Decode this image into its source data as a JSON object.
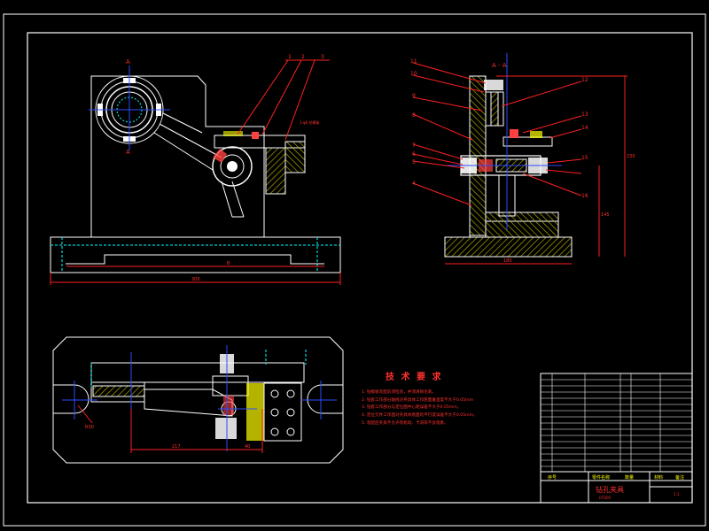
{
  "palette": {
    "background": "#000000",
    "frame": "#ffffff",
    "outline": "#ffffff",
    "hidden": "#00ffff",
    "center": "#2a4cff",
    "dimension": "#ff2020",
    "leader": "#ff2020",
    "hatch": "#b8b000",
    "text_red": "#ff3030",
    "text_yellow": "#ffff00"
  },
  "views": {
    "front": {
      "section_mark": "A",
      "dim_overall": "300",
      "dim_inner": "B",
      "balloons": [
        "1",
        "2",
        "3"
      ]
    },
    "section": {
      "title": "A - A",
      "balloons_left": [
        "11",
        "10",
        "9",
        "8",
        "7",
        "6",
        "5",
        "4"
      ],
      "balloons_right": [
        "12",
        "13",
        "14",
        "15",
        "16"
      ],
      "dim_width": "180",
      "dim_height_1": "230",
      "dim_height_2": "145"
    },
    "top": {
      "dim_radius": "R30",
      "dim_bottom": "217",
      "dim_right": "40"
    }
  },
  "tech": {
    "title": "技 术 要 求",
    "notes": [
      "1. 钻模板装配前须检验，并须清除毛刺。",
      "2. 钻套工作部分轴线对夹具体工作底面垂直度不大于0.05mm",
      "3. 钻套工作部分与定位面中心距误差不大于0.05mm。",
      "4. 定位元件工作面对夹具体底面的平行度误差不大于0.05mm。",
      "5. 装配后夹具不允许有松动、卡滞等不良现象。"
    ]
  },
  "title_block": {
    "drawing_name": "钻孔夹具",
    "material": "HT200",
    "header": [
      "序号",
      "零件名称",
      "数量",
      "材料",
      "备注"
    ],
    "scale": "1:1"
  }
}
